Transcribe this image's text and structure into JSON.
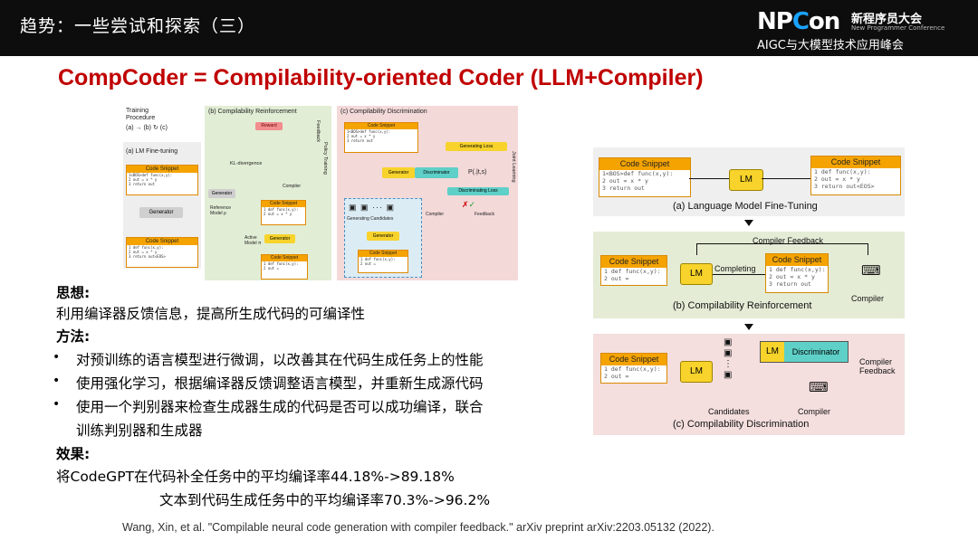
{
  "header": {
    "title": "趋势：一些尝试和探索（三）",
    "brand_logo_text": "NPCon",
    "brand_cn": "新程序员大会",
    "brand_en": "New Programmer Conference",
    "brand_sub": "AIGC与大模型技术应用峰会"
  },
  "heading": "CompCoder = Compilability-oriented Coder (LLM+Compiler)",
  "left_figure": {
    "training_procedure": "Training Procedure",
    "steps": [
      "(a)",
      "(b)",
      "(c)"
    ],
    "panel_a_title": "(a) LM Fine-tuning",
    "panel_b_title": "(b) Compilability Reinforcement",
    "panel_c_title": "(c) Compilability Discrimination",
    "code_snippet": "Code Snippet",
    "generator": "Generator",
    "reward": "Reward",
    "kl_divergence": "KL-divergence",
    "compiler": "Compiler",
    "feedback": "Feedback",
    "policy_training": "Policy Training",
    "reference_model": "Reference Model ρ",
    "active_model": "Active Model π",
    "generating_loss": "Generating Loss",
    "discriminating_loss": "Discriminating Loss",
    "discriminator": "Discriminator",
    "joint_learning": "Joint Learning",
    "prob": "P(.|t,s)",
    "generating_candidates": "Generating Candidates",
    "code_lines_a": [
      "1<BOS>def func(x,y):",
      "2      out = x * y",
      "3      return out"
    ],
    "code_lines_gen": [
      "1 def func(x,y):",
      "2      out = x * y",
      "3      return out<EOS>"
    ],
    "code_lines_short": [
      "1 def func(x,y):",
      "2      out ="
    ]
  },
  "right_figure": {
    "a_caption": "(a) Language Model Fine-Tuning",
    "b_caption": "(b) Compilability Reinforcement",
    "c_caption": "(c) Compilability Discrimination",
    "code_snippet": "Code Snippet",
    "lm": "LM",
    "discriminator": "Discriminator",
    "compiler_feedback": "Compiler Feedback",
    "completing": "Completing",
    "compiler": "Compiler",
    "candidates": "Candidates",
    "compiler_feedback_c": "Compiler\nFeedback",
    "a_input_lines": [
      "1<BOS>def func(x,y):",
      "2      out = x * y",
      "3      return out"
    ],
    "a_output_lines": [
      "1  def func(x,y):",
      "2      out = x * y",
      "3      return out<EOS>"
    ],
    "b_input_lines": [
      "1 def func(x,y):",
      "2      out ="
    ],
    "b_output_lines": [
      "1 def func(x,y):",
      "2      out = x * y",
      "3      return out"
    ],
    "c_input_lines": [
      "1 def func(x,y):",
      "2      out ="
    ],
    "colors": {
      "panel_a": "#efefef",
      "panel_b": "#e4ecd6",
      "panel_c": "#f4dede",
      "lm": "#f7d32b",
      "disc": "#5ed0c8",
      "snippet": "#f5a300"
    }
  },
  "body": {
    "idea_label": "思想:",
    "idea_text": "利用编译器反馈信息，提高所生成代码的可编译性",
    "method_label": "方法:",
    "methods": [
      "对预训练的语言模型进行微调，以改善其在代码生成任务上的性能",
      "使用强化学习，根据编译器反馈调整语言模型，并重新生成源代码",
      "使用一个判别器来检查生成器生成的代码是否可以成功编译，联合"
    ],
    "method_cont": "训练判别器和生成器",
    "result_label": "效果:",
    "result_1": "将CodeGPT在代码补全任务中的平均编译率44.18%->89.18%",
    "result_2": "文本到代码生成任务中的平均编译率70.3%->96.2%"
  },
  "citation": "Wang, Xin, et al. \"Compilable neural code generation with compiler feedback.\" arXiv preprint arXiv:2203.05132 (2022)."
}
